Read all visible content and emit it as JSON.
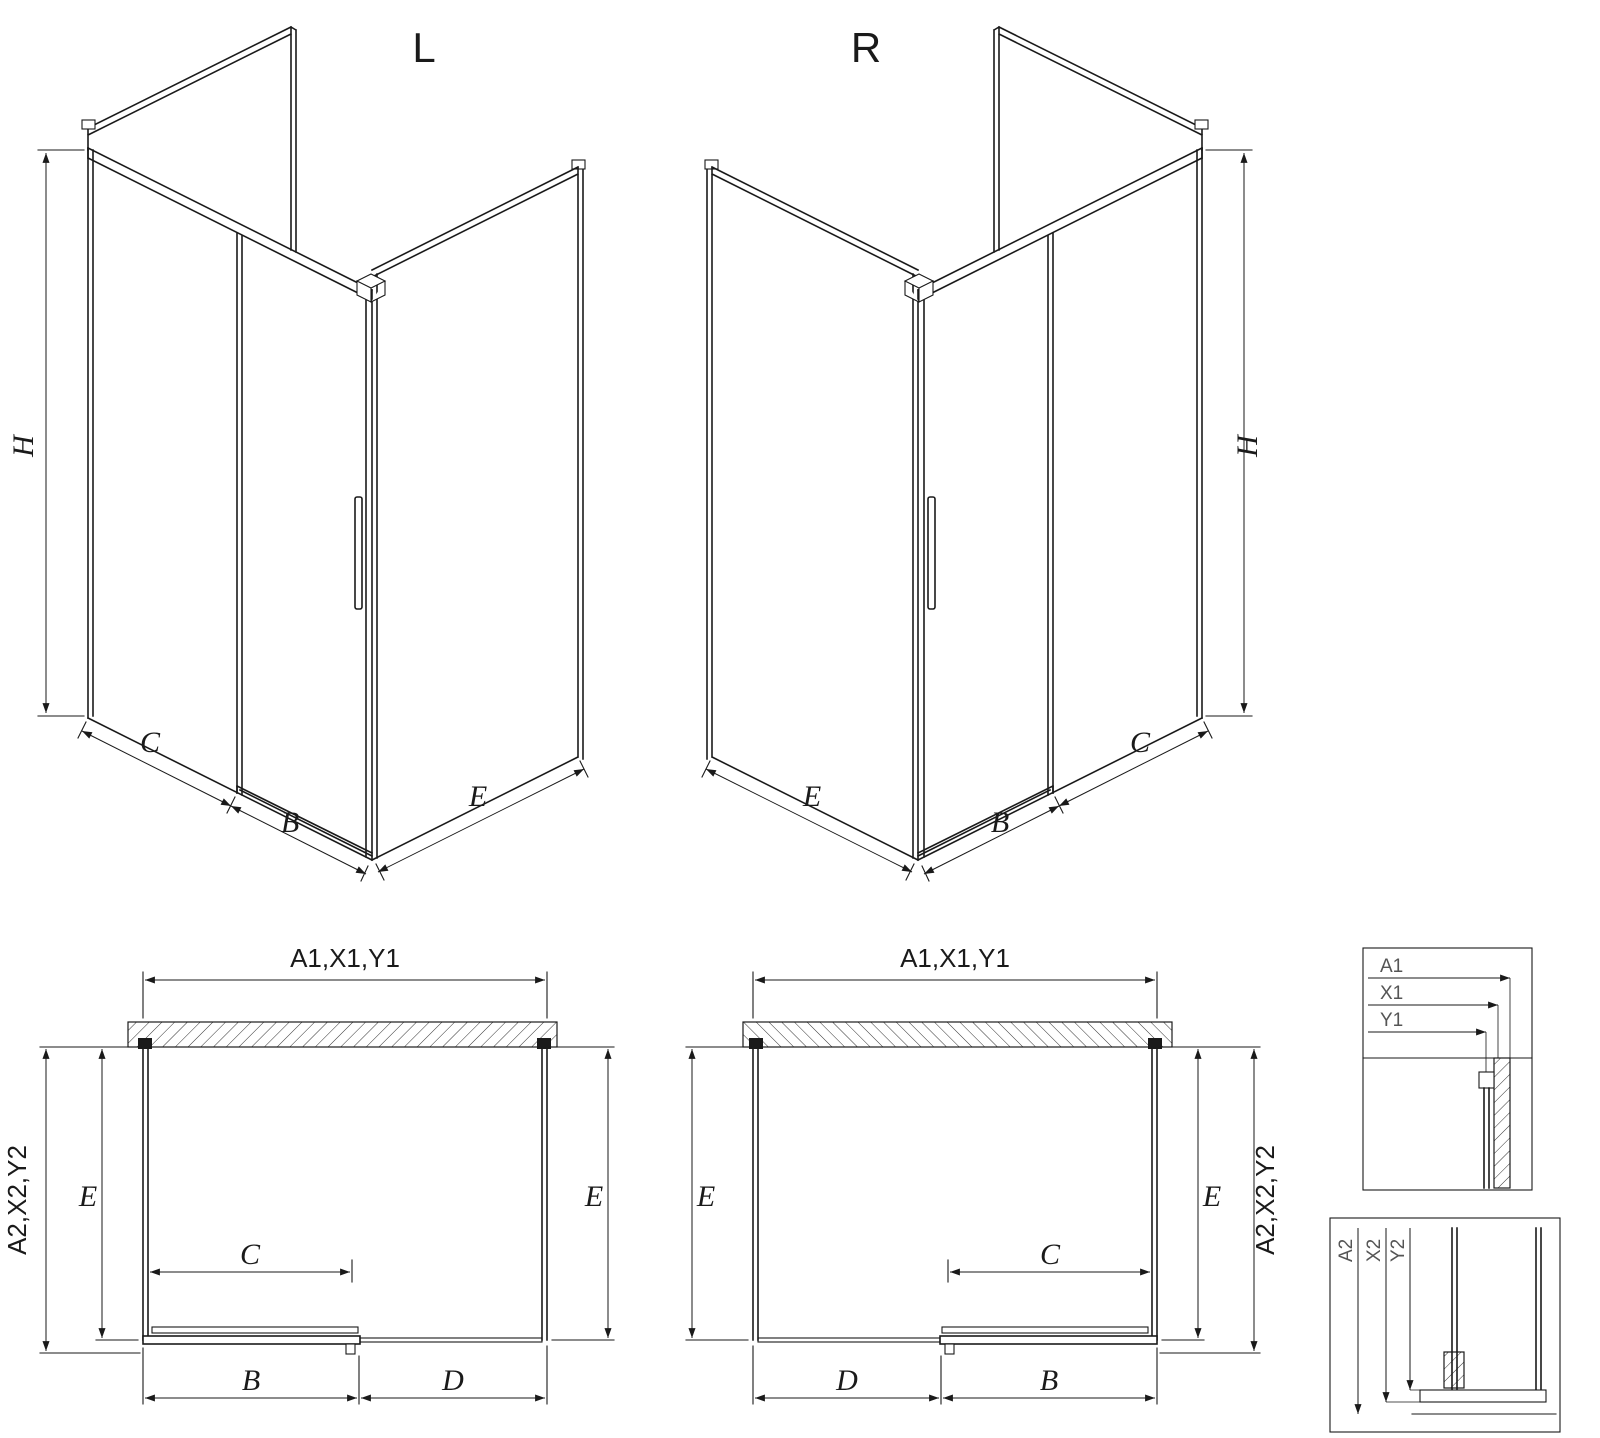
{
  "colors": {
    "line": "#1a1a1a",
    "background": "#ffffff",
    "detail_label": "#555555"
  },
  "iso_left": {
    "title": "L",
    "h": "H",
    "c": "C",
    "b": "B",
    "e": "E"
  },
  "iso_right": {
    "title": "R",
    "h": "H",
    "c": "C",
    "b": "B",
    "e": "E"
  },
  "plan_left": {
    "top": "A1,X1,Y1",
    "side": "A2,X2,Y2",
    "e_inner": "E",
    "e_outer": "E",
    "c": "C",
    "b": "B",
    "d": "D"
  },
  "plan_right": {
    "top": "A1,X1,Y1",
    "side": "A2,X2,Y2",
    "e_inner": "E",
    "e_outer": "E",
    "c": "C",
    "b": "B",
    "d": "D"
  },
  "detail_top": {
    "a1": "A1",
    "x1": "X1",
    "y1": "Y1"
  },
  "detail_bottom": {
    "a2": "A2",
    "x2": "X2",
    "y2": "Y2"
  }
}
